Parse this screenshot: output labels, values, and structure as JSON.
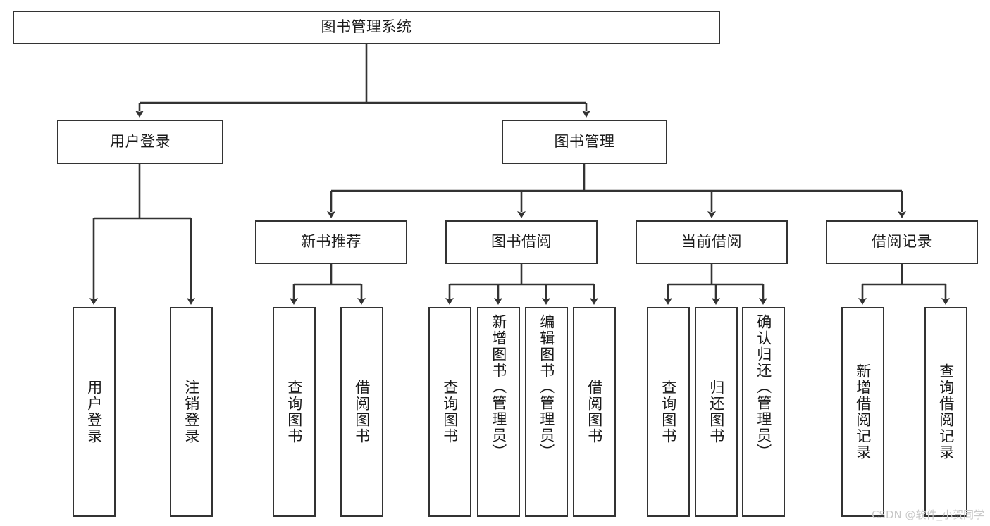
{
  "diagram": {
    "type": "tree-hierarchy-chart",
    "title": "图书管理系统",
    "watermark": "CSDN @软件_小贺同学",
    "colors": {
      "stroke": "#333333",
      "fill": "#ffffff",
      "text": "#1a1a1a",
      "watermark": "#c8c8c8"
    },
    "nodes": {
      "root": {
        "label": "图书管理系统",
        "level": 1
      },
      "user_login": {
        "label": "用户登录",
        "level": 2
      },
      "book_manage": {
        "label": "图书管理",
        "level": 2
      },
      "new_book_rec": {
        "label": "新书推荐",
        "level": 3
      },
      "book_borrow": {
        "label": "图书借阅",
        "level": 3
      },
      "current_borrow": {
        "label": "当前借阅",
        "level": 3
      },
      "borrow_record": {
        "label": "借阅记录",
        "level": 3
      },
      "leaf_user_login": {
        "label": "用户登录",
        "level": 4
      },
      "leaf_logout": {
        "label": "注销登录",
        "level": 4
      },
      "leaf_query_book_1": {
        "label": "查询图书",
        "level": 4
      },
      "leaf_borrow_book_1": {
        "label": "借阅图书",
        "level": 4
      },
      "leaf_query_book_2": {
        "label": "查询图书",
        "level": 4
      },
      "leaf_add_book": {
        "label": "新增图书（管理员）",
        "level": 4
      },
      "leaf_edit_book": {
        "label": "编辑图书（管理员）",
        "level": 4
      },
      "leaf_borrow_book_2": {
        "label": "借阅图书",
        "level": 4
      },
      "leaf_query_book_3": {
        "label": "查询图书",
        "level": 4
      },
      "leaf_return_book": {
        "label": "归还图书",
        "level": 4
      },
      "leaf_confirm_return": {
        "label": "确认归还（管理员）",
        "level": 4
      },
      "leaf_add_record": {
        "label": "新增借阅记录",
        "level": 4
      },
      "leaf_query_record": {
        "label": "查询借阅记录",
        "level": 4
      }
    }
  }
}
